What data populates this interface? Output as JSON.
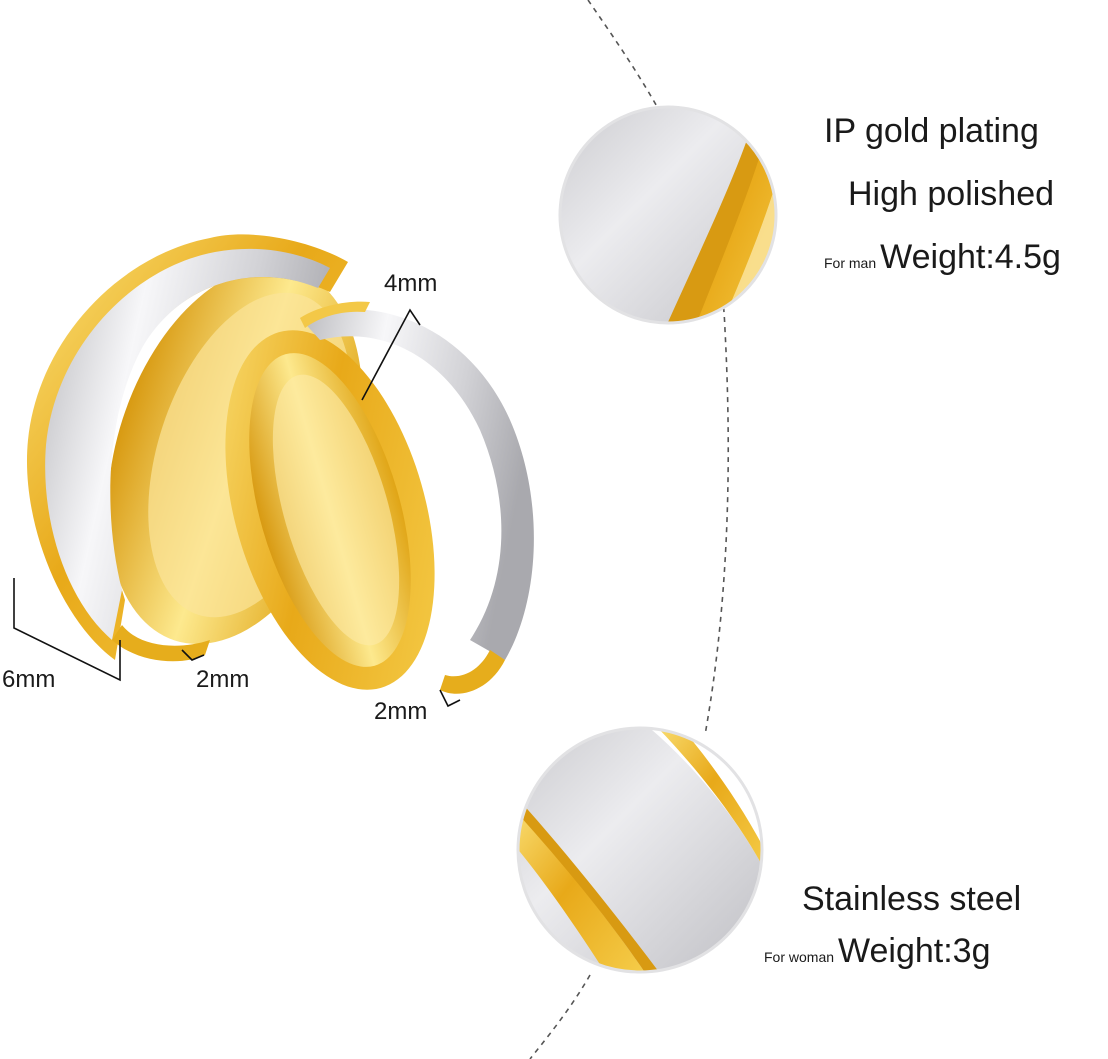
{
  "man": {
    "feature_1": "IP gold plating",
    "feature_2": "High polished",
    "for_label": "For man",
    "weight": "Weight:4.5g"
  },
  "woman": {
    "material": "Stainless steel",
    "for_label": "For woman",
    "weight": "Weight:3g"
  },
  "dimensions": {
    "wide_band": "6mm",
    "wide_edge": "2mm",
    "narrow_band": "4mm",
    "narrow_edge": "2mm"
  },
  "colors": {
    "gold": "#e8b21c",
    "gold_light": "#f8da6a",
    "silver": "#cfcfd2",
    "silver_light": "#f4f4f6"
  }
}
